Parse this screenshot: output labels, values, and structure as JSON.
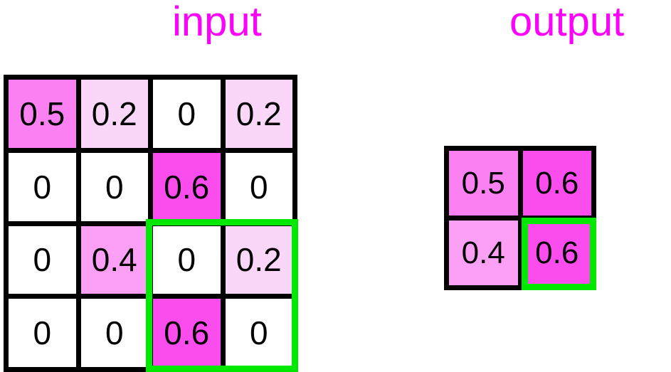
{
  "labels": {
    "input": "input",
    "output": "output"
  },
  "colors": {
    "label_text": "#ff00ff",
    "selection_border": "#00e800",
    "grid_line": "#000000",
    "cell_text": "#000000",
    "value_scale": {
      "0": "#ffffff",
      "0.2": "#fad6f8",
      "0.4": "#fba0f4",
      "0.5": "#fb80f2",
      "0.6": "#fb4cee"
    }
  },
  "input_matrix": {
    "rows": 4,
    "cols": 4,
    "cells": [
      [
        {
          "value": "0.5",
          "fill": "#fb80f2"
        },
        {
          "value": "0.2",
          "fill": "#fad6f8"
        },
        {
          "value": "0",
          "fill": "#ffffff"
        },
        {
          "value": "0.2",
          "fill": "#fad6f8"
        }
      ],
      [
        {
          "value": "0",
          "fill": "#ffffff"
        },
        {
          "value": "0",
          "fill": "#ffffff"
        },
        {
          "value": "0.6",
          "fill": "#fb4cee"
        },
        {
          "value": "0",
          "fill": "#ffffff"
        }
      ],
      [
        {
          "value": "0",
          "fill": "#ffffff"
        },
        {
          "value": "0.4",
          "fill": "#fba0f4"
        },
        {
          "value": "0",
          "fill": "#ffffff"
        },
        {
          "value": "0.2",
          "fill": "#fad6f8"
        }
      ],
      [
        {
          "value": "0",
          "fill": "#ffffff"
        },
        {
          "value": "0",
          "fill": "#ffffff"
        },
        {
          "value": "0.6",
          "fill": "#fb4cee"
        },
        {
          "value": "0",
          "fill": "#ffffff"
        }
      ]
    ],
    "selection": {
      "row_start": 2,
      "col_start": 2,
      "row_span": 2,
      "col_span": 2
    }
  },
  "output_matrix": {
    "rows": 2,
    "cols": 2,
    "cells": [
      [
        {
          "value": "0.5",
          "fill": "#fb80f2"
        },
        {
          "value": "0.6",
          "fill": "#fb4cee"
        }
      ],
      [
        {
          "value": "0.4",
          "fill": "#fba0f4"
        },
        {
          "value": "0.6",
          "fill": "#fb4cee"
        }
      ]
    ],
    "selection": {
      "row_start": 1,
      "col_start": 1,
      "row_span": 1,
      "col_span": 1
    }
  }
}
